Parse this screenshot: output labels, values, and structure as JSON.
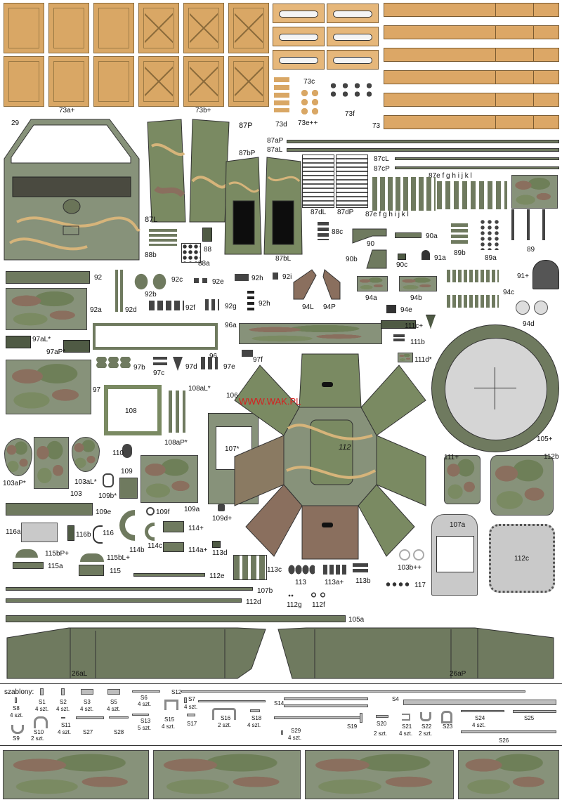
{
  "watermark": "WWW.WAK.PL",
  "parts": {
    "p73a": "73a+",
    "p73b": "73b+",
    "p73c": "73c",
    "p73d": "73d",
    "p73e": "73e++",
    "p73f": "73f",
    "p73": "73",
    "p29": "29",
    "p87P": "87P",
    "p87L": "87L",
    "p87bP": "87bP",
    "p87aP": "87aP",
    "p87aL": "87aL",
    "p87cL": "87cL",
    "p87cP": "87cP",
    "p87e_top": "87e f g h i j k l",
    "p87e_bot": "87e f g h i j k l",
    "p87dL": "87dL",
    "p87dP": "87dP",
    "p87bL": "87bL",
    "p88": "88",
    "p88a": "88a",
    "p88b": "88b",
    "p88c": "88c",
    "p89": "89",
    "p89a": "89a",
    "p89b": "89b",
    "p90": "90",
    "p90a": "90a",
    "p90b": "90b",
    "p90c": "90c",
    "p91a": "91a",
    "p91": "91+",
    "p92": "92",
    "p92a": "92a",
    "p92b": "92b",
    "p92c": "92c",
    "p92d": "92d",
    "p92e": "92e",
    "p92f": "92f",
    "p92g": "92g",
    "p92h_top": "92h",
    "p92h": "92h",
    "p92i": "92i",
    "p94L": "94L",
    "p94P": "94P",
    "p94a": "94a",
    "p94b": "94b",
    "p94c": "94c",
    "p94d": "94d",
    "p94e": "94e",
    "p96": "96",
    "p96a": "96a",
    "p97": "97",
    "p97aL": "97aL*",
    "p97aP": "97aP*",
    "p97b": "97b",
    "p97c": "97c",
    "p97d": "97d",
    "p97e": "97e",
    "p97f": "97f",
    "p105": "105+",
    "p105a": "105a",
    "p106": "106",
    "p107": "107*",
    "p107a": "107a",
    "p107b": "107b",
    "p108": "108",
    "p108aL": "108aL*",
    "p108aP": "108aP*",
    "p109": "109",
    "p109a": "109a",
    "p109b": "109b*",
    "p109d": "109d+",
    "p109e": "109e",
    "p109f": "109f",
    "p110": "110",
    "p111": "111+",
    "p111b": "111b",
    "p111c": "111c+",
    "p111d": "111d*",
    "p112": "112",
    "p112b": "112b",
    "p112c": "112c",
    "p112d": "112d",
    "p112e": "112e",
    "p112f": "112f",
    "p112g": "112g",
    "p113": "113",
    "p113a": "113a+",
    "p113b": "113b",
    "p113c": "113c",
    "p113d": "113d",
    "p114": "114+",
    "p114a": "114a+",
    "p114b": "114b",
    "p114c": "114c",
    "p115": "115",
    "p115a": "115a",
    "p115bP": "115bP+",
    "p115bL": "115bL+",
    "p116": "116",
    "p116a": "116a",
    "p116b": "116b",
    "p117": "117",
    "p103": "103",
    "p103aP": "103aP*",
    "p103aL": "103aL*",
    "p26aL": "26aL",
    "p26aP": "26aP",
    "p103b": "103b++"
  },
  "templates": {
    "title": "szablony:",
    "S1": "S1",
    "S1q": "4 szt.",
    "S2": "S2",
    "S2q": "4 szt.",
    "S3": "S3",
    "S3q": "4 szt.",
    "S5": "S5",
    "S5q": "4 szt.",
    "S6": "S6",
    "S6q": "4 szt.",
    "S7": "S7",
    "S7q": "4 szt.",
    "S8": "S8",
    "S8q": "4 szt.",
    "S9": "S9",
    "S10": "S10",
    "S10q": "2 szt.",
    "S11": "S11",
    "S11q": "4 szt.",
    "S12": "S12",
    "S13": "S13",
    "S13q": "5 szt.",
    "S14": "S14",
    "S15": "S15",
    "S15q": "4 szt.",
    "S16": "S16",
    "S16q": "2 szt.",
    "S17": "S17",
    "S18": "S18",
    "S18q": "4 szt.",
    "S19": "S19",
    "S20": "S20",
    "S20q": "2 szt.",
    "S21": "S21",
    "S21q": "4 szt.",
    "S22": "S22",
    "S22q": "2 szt.",
    "S23": "S23",
    "S24": "S24",
    "S24q": "4 szt.",
    "S25": "S25",
    "S26": "S26",
    "S27": "S27",
    "S28": "S28",
    "S29": "S29",
    "S29q": "4 szt.",
    "S4": "S4"
  }
}
